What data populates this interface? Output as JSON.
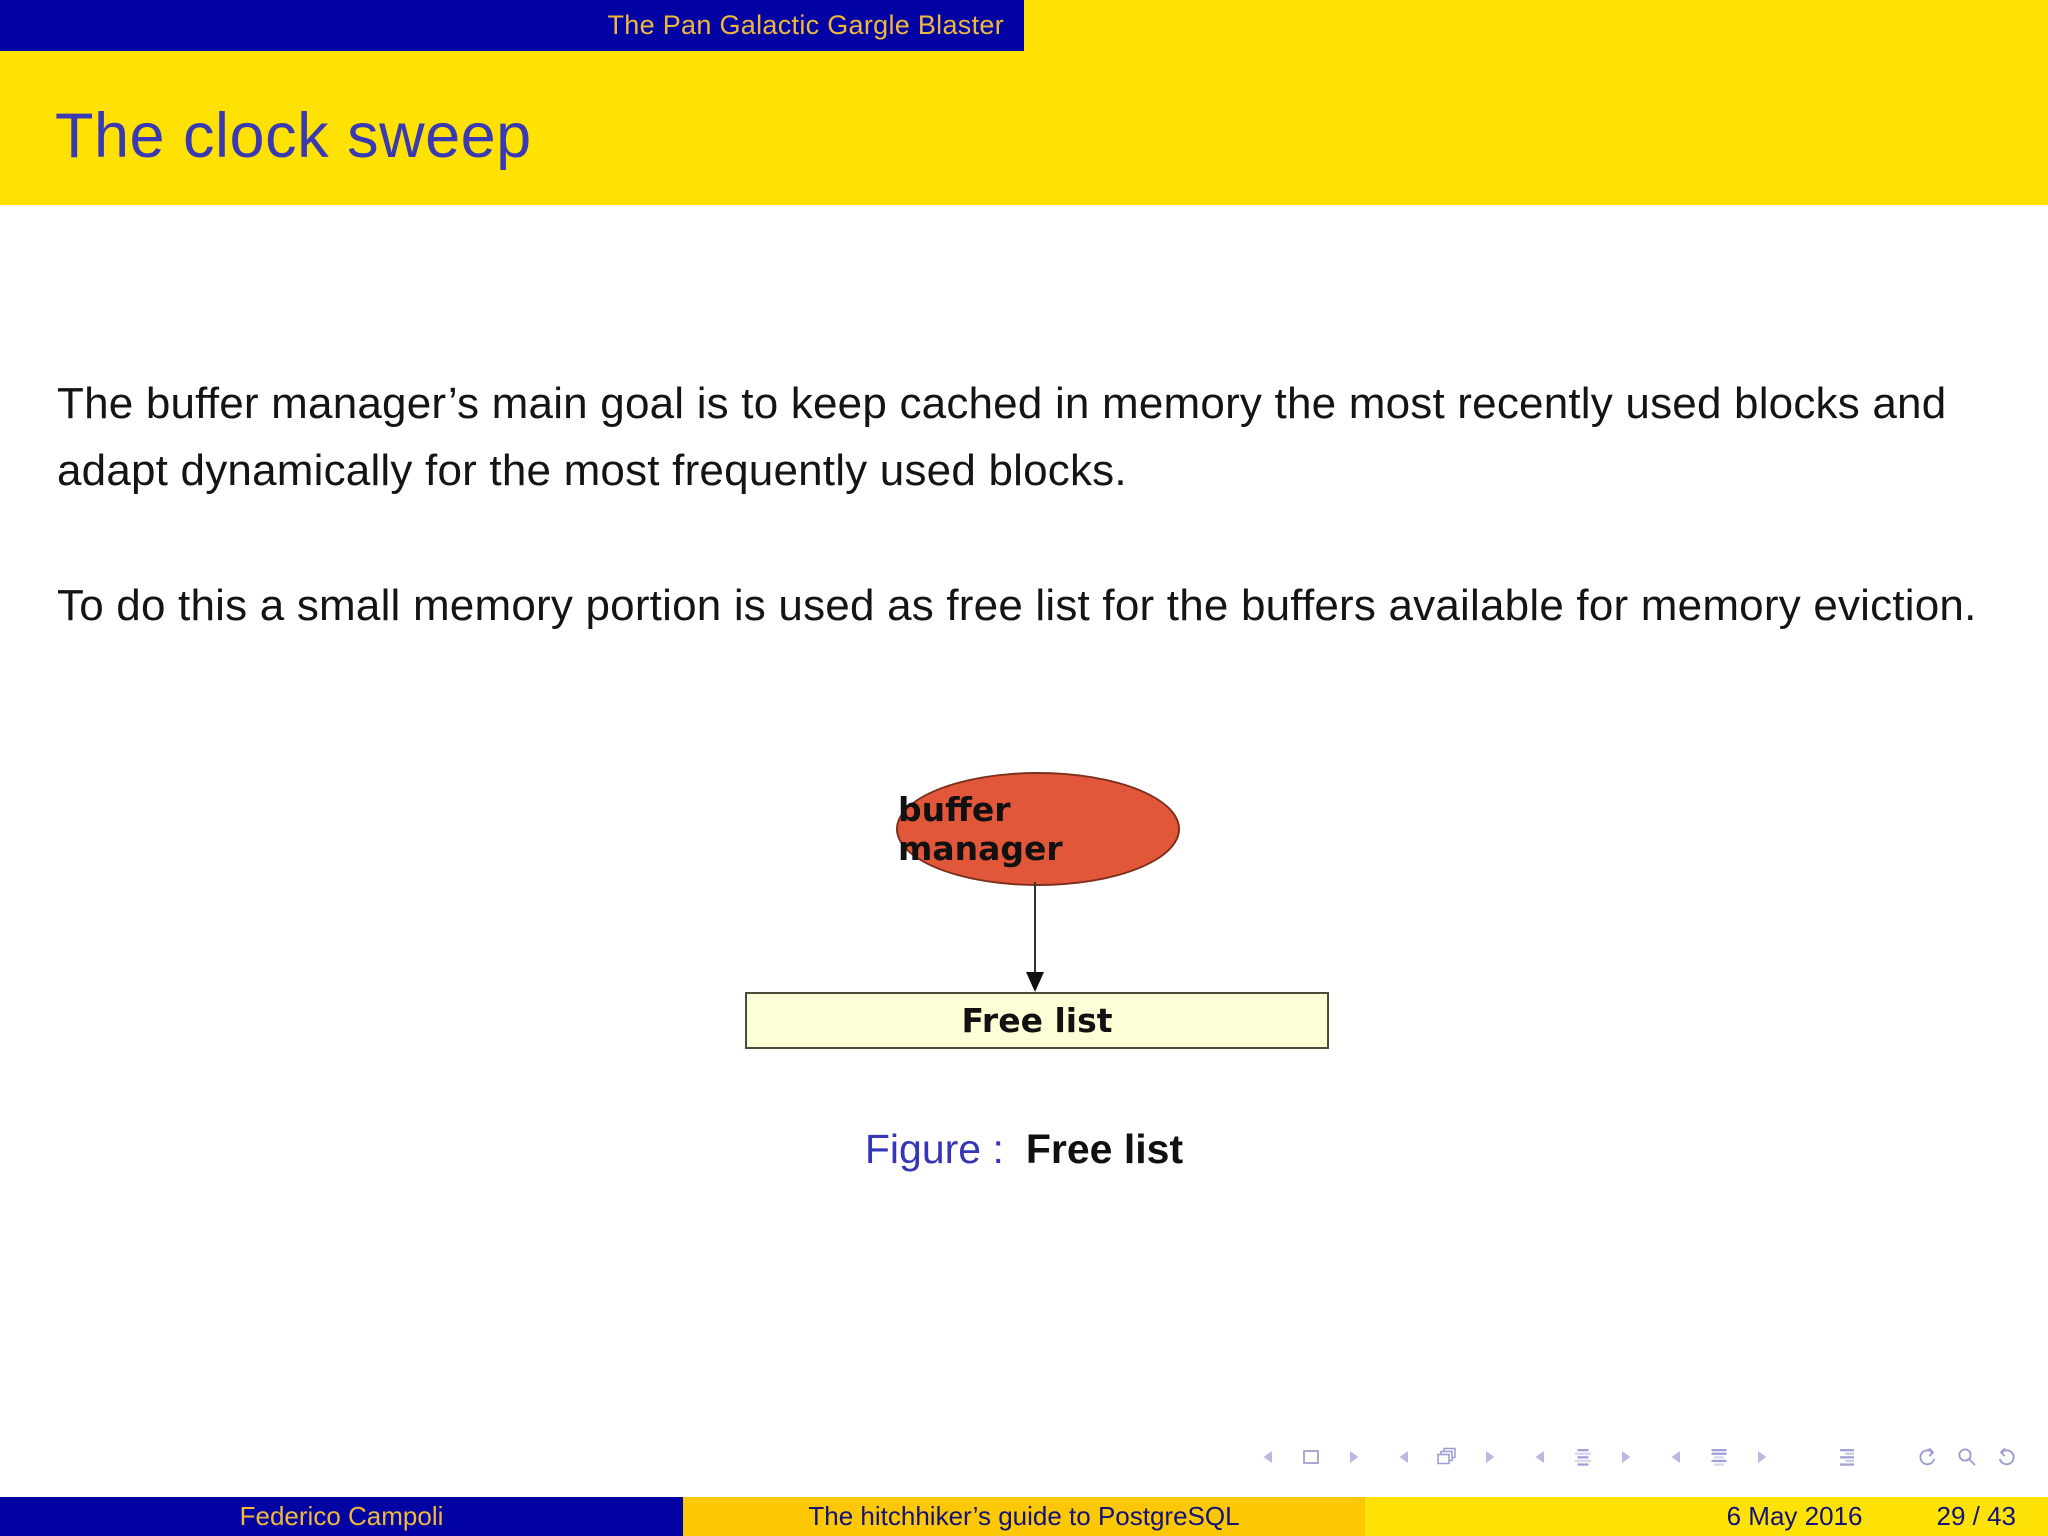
{
  "topbar": {
    "title": "The Pan Galactic Gargle Blaster"
  },
  "header": {
    "title": "The clock sweep"
  },
  "body": {
    "paragraphs": [
      "The buffer manager’s main goal is to keep cached in memory the most recently used blocks and adapt dynamically for the most frequently used blocks.",
      "To do this a small memory portion is used as free list for the buffers available for memory eviction."
    ]
  },
  "figure": {
    "node_label": "buffer manager",
    "box_label": "Free list",
    "caption_label": "Figure :",
    "caption_text": "Free list",
    "node_fill": "#e2573a",
    "box_fill": "#fdfdd6"
  },
  "nav": {
    "groups": [
      [
        "slide-prev",
        "slide",
        "slide-next"
      ],
      [
        "frame-prev",
        "frame-stack",
        "frame-next"
      ],
      [
        "subsection-prev",
        "section-list",
        "subsection-next"
      ],
      [
        "section-prev",
        "subsection-list",
        "section-next"
      ],
      [
        "appendix-list"
      ],
      [
        "back",
        "search",
        "forward"
      ]
    ]
  },
  "footer": {
    "author": "Federico Campoli",
    "title": "The hitchhiker’s guide to PostgreSQL",
    "date": "6 May 2016",
    "page": "29 / 43"
  },
  "colors": {
    "bar_blue": "#0303a4",
    "band_yellow": "#ffe103",
    "footer_gold": "#fcc805",
    "footer_yellow": "#ffe205",
    "header_text_blue": "#3939b4",
    "topbar_text_gold": "#f0b83a",
    "footer_text_navy": "#12127a",
    "nav_symbols": "#9c9cd4",
    "caption_label_blue": "#3636b6"
  }
}
